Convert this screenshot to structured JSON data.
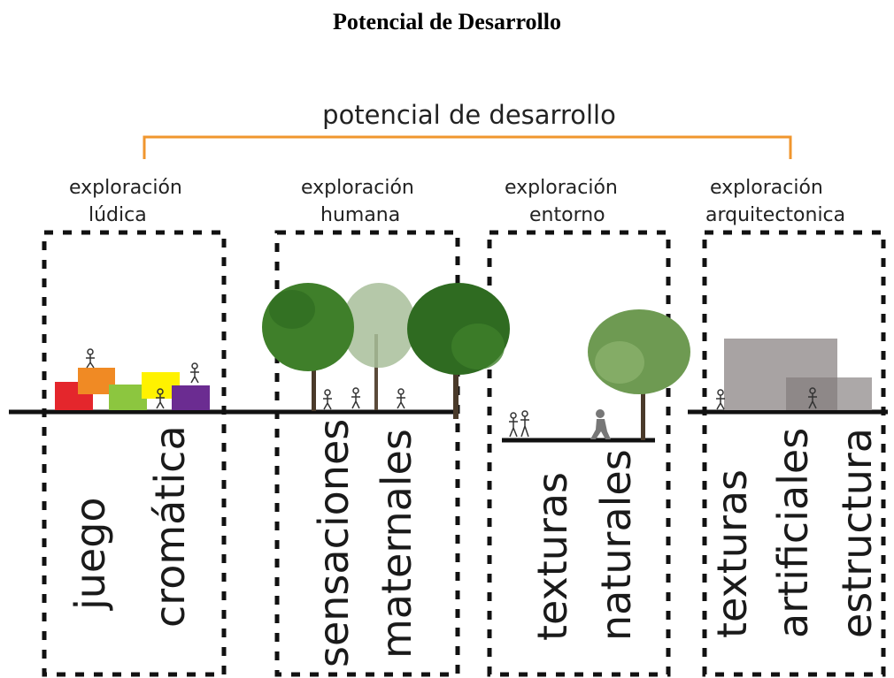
{
  "page_title": "Potencial de Desarrollo",
  "diagram": {
    "bracket_label": "potencial de desarrollo",
    "bracket_color": "#F0962E",
    "columns": [
      {
        "heading": [
          "exploración",
          "lúdica"
        ],
        "terms": [
          "juego",
          "cromática"
        ]
      },
      {
        "heading": [
          "exploración",
          "humana"
        ],
        "terms": [
          "sensaciones",
          "maternales"
        ]
      },
      {
        "heading": [
          "exploración",
          "entorno"
        ],
        "terms": [
          "texturas",
          "naturales"
        ]
      },
      {
        "heading": [
          "exploración",
          "arquitectonica"
        ],
        "terms": [
          "texturas",
          "artificiales",
          "estructura"
        ]
      }
    ],
    "block_colors": [
      "#E4262C",
      "#F08A24",
      "#8CC63F",
      "#FFF200",
      "#6B2C91"
    ],
    "tree_colors": [
      "#3F7F2A",
      "#2F6B21",
      "#A8BE9A"
    ],
    "building_color": "#A8A3A3"
  }
}
